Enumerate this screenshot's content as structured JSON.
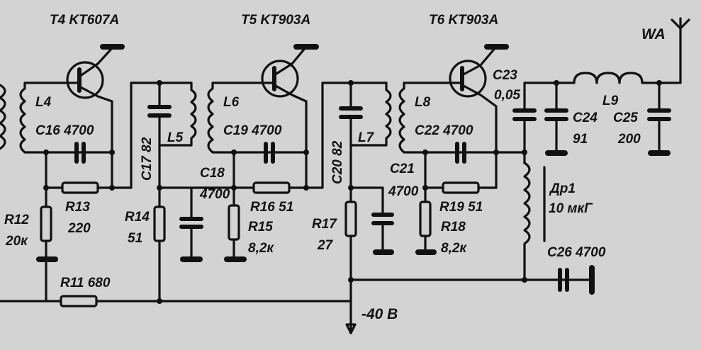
{
  "transistors": {
    "t4": "T4 KT607A",
    "t5": "T5 KT903A",
    "t6": "T6 KT903A"
  },
  "inductors": {
    "l4": "L4",
    "l5": "L5",
    "l6": "L6",
    "l7": "L7",
    "l8": "L8",
    "l9": "L9",
    "dr1_name": "Др1",
    "dr1_value": "10 мкГ"
  },
  "capacitors": {
    "c16": "C16 4700",
    "c17": "C17 82",
    "c18_name": "C18",
    "c18_value": "4700",
    "c19": "C19 4700",
    "c20": "C20 82",
    "c21_name": "C21",
    "c21_value": "4700",
    "c22": "C22 4700",
    "c23_name": "C23",
    "c23_value": "0,05",
    "c24_name": "C24",
    "c24_value": "91",
    "c25_name": "C25",
    "c25_value": "200",
    "c26": "C26 4700"
  },
  "resistors": {
    "r11": "R11 680",
    "r12_name": "R12",
    "r12_value": "20к",
    "r13_name": "R13",
    "r13_value": "220",
    "r14_name": "R14",
    "r14_value": "51",
    "r15_name": "R15",
    "r15_value": "8,2к",
    "r16": "R16 51",
    "r17_name": "R17",
    "r17_value": "27",
    "r18_name": "R18",
    "r18_value": "8,2к",
    "r19": "R19 51"
  },
  "antenna": "WA",
  "supply": "-40 В"
}
